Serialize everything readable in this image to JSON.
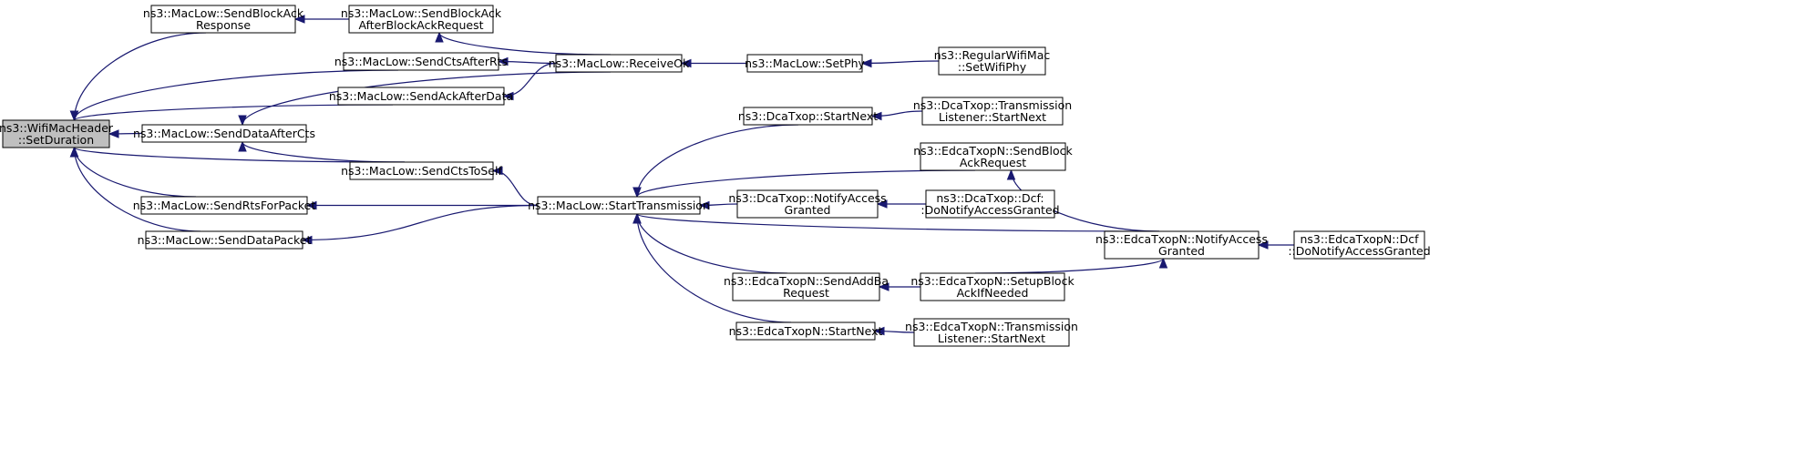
{
  "graph": {
    "nodes": {
      "setDuration": [
        "ns3::WifiMacHeader",
        "::SetDuration"
      ],
      "sendBlockAckResponse": [
        "ns3::MacLow::SendBlockAck",
        "Response"
      ],
      "sendBlockAckAfterBar": [
        "ns3::MacLow::SendBlockAck",
        "AfterBlockAckRequest"
      ],
      "sendCtsAfterRts": [
        "ns3::MacLow::SendCtsAfterRts"
      ],
      "sendAckAfterData": [
        "ns3::MacLow::SendAckAfterData"
      ],
      "sendDataAfterCts": [
        "ns3::MacLow::SendDataAfterCts"
      ],
      "sendCtsToSelf": [
        "ns3::MacLow::SendCtsToSelf"
      ],
      "sendRtsForPacket": [
        "ns3::MacLow::SendRtsForPacket"
      ],
      "sendDataPacket": [
        "ns3::MacLow::SendDataPacket"
      ],
      "receiveOk": [
        "ns3::MacLow::ReceiveOk"
      ],
      "setPhy": [
        "ns3::MacLow::SetPhy"
      ],
      "regularWifiMacSetWifiPhy": [
        "ns3::RegularWifiMac",
        "::SetWifiPhy"
      ],
      "startTransmission": [
        "ns3::MacLow::StartTransmission"
      ],
      "dcaStartNext": [
        "ns3::DcaTxop::StartNext"
      ],
      "dcaTransmissionListenerStartNext": [
        "ns3::DcaTxop::Transmission",
        "Listener::StartNext"
      ],
      "edcaSendBlockAckRequest": [
        "ns3::EdcaTxopN::SendBlock",
        "AckRequest"
      ],
      "dcaNotifyAccessGranted": [
        "ns3::DcaTxop::NotifyAccess",
        "Granted"
      ],
      "dcaDcfDoNotifyAccessGranted": [
        "ns3::DcaTxop::Dcf:",
        ":DoNotifyAccessGranted"
      ],
      "edcaNotifyAccessGranted": [
        "ns3::EdcaTxopN::NotifyAccess",
        "Granted"
      ],
      "edcaDcfDoNotifyAccessGranted": [
        "ns3::EdcaTxopN::Dcf",
        "::DoNotifyAccessGranted"
      ],
      "edcaSendAddBaRequest": [
        "ns3::EdcaTxopN::SendAddBa",
        "Request"
      ],
      "edcaSetupBlockAckIfNeeded": [
        "ns3::EdcaTxopN::SetupBlock",
        "AckIfNeeded"
      ],
      "edcaStartNext": [
        "ns3::EdcaTxopN::StartNext"
      ],
      "edcaTransmissionListenerStartNext": [
        "ns3::EdcaTxopN::Transmission",
        "Listener::StartNext"
      ]
    },
    "edges": [
      [
        "sendBlockAckResponse",
        "setDuration"
      ],
      [
        "sendCtsAfterRts",
        "setDuration"
      ],
      [
        "sendAckAfterData",
        "setDuration"
      ],
      [
        "sendDataAfterCts",
        "setDuration"
      ],
      [
        "sendCtsToSelf",
        "setDuration"
      ],
      [
        "sendRtsForPacket",
        "setDuration"
      ],
      [
        "sendDataPacket",
        "setDuration"
      ],
      [
        "sendBlockAckAfterBar",
        "sendBlockAckResponse"
      ],
      [
        "receiveOk",
        "sendBlockAckAfterBar"
      ],
      [
        "receiveOk",
        "sendCtsAfterRts"
      ],
      [
        "receiveOk",
        "sendAckAfterData"
      ],
      [
        "receiveOk",
        "sendDataAfterCts"
      ],
      [
        "sendCtsToSelf",
        "sendDataAfterCts"
      ],
      [
        "startTransmission",
        "sendCtsToSelf"
      ],
      [
        "startTransmission",
        "sendRtsForPacket"
      ],
      [
        "startTransmission",
        "sendDataPacket"
      ],
      [
        "setPhy",
        "receiveOk"
      ],
      [
        "regularWifiMacSetWifiPhy",
        "setPhy"
      ],
      [
        "dcaStartNext",
        "startTransmission"
      ],
      [
        "edcaSendBlockAckRequest",
        "startTransmission"
      ],
      [
        "dcaNotifyAccessGranted",
        "startTransmission"
      ],
      [
        "edcaNotifyAccessGranted",
        "startTransmission"
      ],
      [
        "edcaSendAddBaRequest",
        "startTransmission"
      ],
      [
        "edcaStartNext",
        "startTransmission"
      ],
      [
        "dcaTransmissionListenerStartNext",
        "dcaStartNext"
      ],
      [
        "edcaNotifyAccessGranted",
        "edcaSendBlockAckRequest"
      ],
      [
        "dcaDcfDoNotifyAccessGranted",
        "dcaNotifyAccessGranted"
      ],
      [
        "edcaDcfDoNotifyAccessGranted",
        "edcaNotifyAccessGranted"
      ],
      [
        "edcaSetupBlockAckIfNeeded",
        "edcaSendAddBaRequest"
      ],
      [
        "edcaSetupBlockAckIfNeeded",
        "edcaNotifyAccessGranted"
      ],
      [
        "edcaTransmissionListenerStartNext",
        "edcaStartNext"
      ]
    ],
    "root": "setDuration"
  }
}
